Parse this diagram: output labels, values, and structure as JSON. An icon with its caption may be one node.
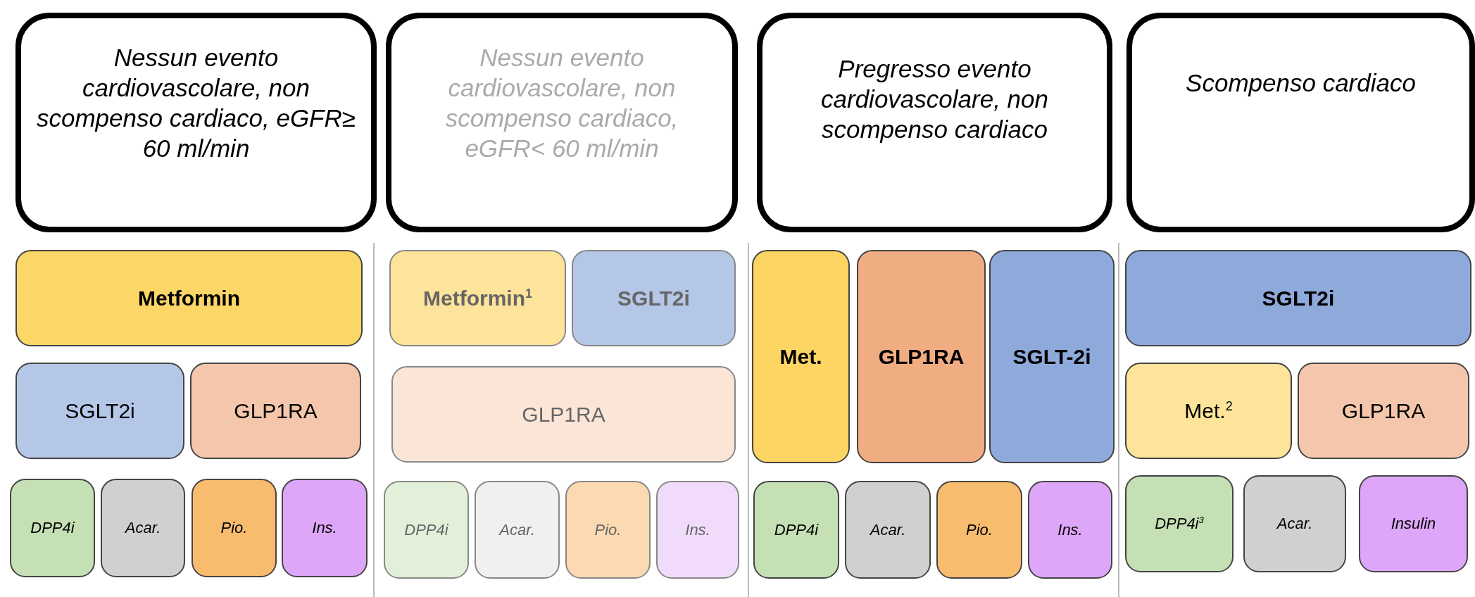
{
  "diagram": {
    "nodes": [
      {
        "text": [
          "Nessun evento cardiovascolare, non scompenso cardiaco, eGFR≥ 60 ml/min"
        ]
      },
      {
        "text": [
          "Nessun evento cardiovascolare, non scompenso cardiaco, eGFR< 60 ml/min"
        ]
      },
      {
        "text": [
          "Pregresso evento cardiovascolare, non scompenso cardiaco"
        ]
      },
      {
        "text": [
          "Scompenso cardiaco"
        ]
      },
      {
        "text": [
          "Metformin"
        ]
      },
      {
        "text": [
          "SGLT2i"
        ]
      },
      {
        "text": [
          "GLP1RA"
        ]
      },
      {
        "text": [
          "DPP4i"
        ]
      },
      {
        "text": [
          "Acar."
        ]
      },
      {
        "text": [
          "Pio."
        ]
      },
      {
        "text": [
          "Ins."
        ]
      },
      {
        "text": [
          "Metformin$^{1}$"
        ]
      },
      {
        "text": [
          "SGLT2i"
        ]
      },
      {
        "text": [
          "GLP1RA"
        ]
      },
      {
        "text": [
          "DPP4i"
        ]
      },
      {
        "text": [
          "Acar."
        ]
      },
      {
        "text": [
          "Pio."
        ]
      },
      {
        "text": [
          "Ins."
        ]
      },
      {
        "text": [
          "Met."
        ]
      },
      {
        "text": [
          "GLP1RA"
        ]
      },
      {
        "text": [
          "SGLT-2i"
        ]
      },
      {
        "text": [
          "DPP4i"
        ]
      },
      {
        "text": [
          "Acar."
        ]
      },
      {
        "text": [
          "Pio."
        ]
      },
      {
        "text": [
          "Ins."
        ]
      },
      {
        "text": [
          "SGLT2i"
        ]
      },
      {
        "text": [
          "Met.$^{2}$"
        ]
      },
      {
        "text": [
          "GLP1RA"
        ]
      },
      {
        "text": [
          "DPP4i$^{3}$"
        ]
      },
      {
        "text": [
          "Acar."
        ]
      },
      {
        "text": [
          "Insulin"
        ]
      }
    ]
  }
}
